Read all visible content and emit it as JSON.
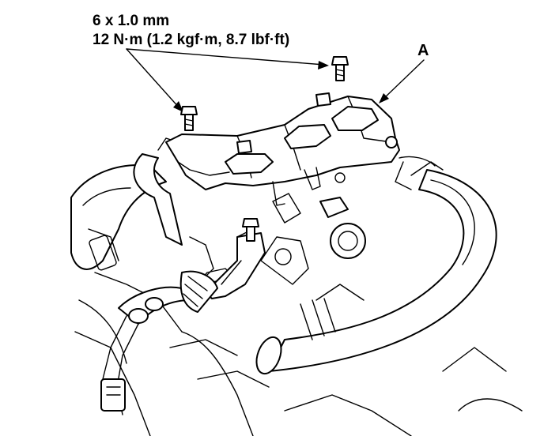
{
  "fastener_spec": {
    "size": "6 x 1.0 mm",
    "torque": "12 N·m (1.2 kgf·m, 8.7 lbf·ft)"
  },
  "callouts": {
    "bracket": "A"
  }
}
